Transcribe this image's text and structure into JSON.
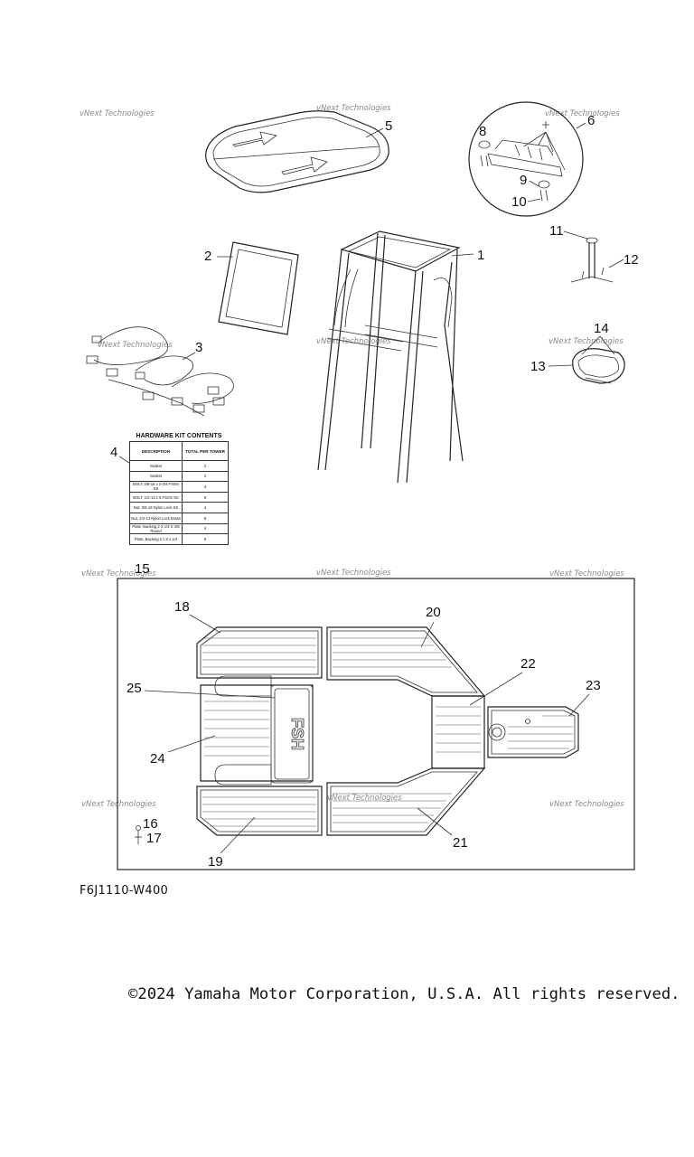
{
  "callouts": {
    "c1": "1",
    "c2": "2",
    "c3": "3",
    "c4": "4",
    "c5": "5",
    "c6": "6",
    "c8": "8",
    "c9": "9",
    "c10": "10",
    "c11": "11",
    "c12": "12",
    "c13": "13",
    "c14": "14",
    "c15": "15",
    "c16": "16",
    "c17": "17",
    "c18": "18",
    "c19": "19",
    "c20": "20",
    "c21": "21",
    "c22": "22",
    "c23": "23",
    "c24": "24",
    "c25": "25"
  },
  "watermark": "vNext Technologies",
  "deck_logo": "FSH",
  "hardware_kit": {
    "title": "HARDWARE KIT CONTENTS",
    "col_description": "DESCRIPTION",
    "col_total": "TOTAL PER TOWER",
    "rows": [
      {
        "description": "Gasket",
        "qty": "2"
      },
      {
        "description": "Gasket",
        "qty": "2"
      },
      {
        "description": "BOLT, 3/8-16 x 2-3/4 FSOS SS",
        "qty": "4"
      },
      {
        "description": "BOLT, 1/2-13 x 5 FSOS SS",
        "qty": "8"
      },
      {
        "description": "Nut, 3/8-16 Nylon Lock SS",
        "qty": "4"
      },
      {
        "description": "Nut, 1/2-13 Nylon Lock Brass",
        "qty": "8"
      },
      {
        "description": "Plate, Backing 2 X 1/4 X 3/8 Round",
        "qty": "4"
      },
      {
        "description": "Plate, Backing 2 x 8 x 1/4",
        "qty": "8"
      }
    ]
  },
  "diagram_code": "F6J1110-W400",
  "copyright": "©2024 Yamaha Motor Corporation, U.S.A. All rights reserved."
}
